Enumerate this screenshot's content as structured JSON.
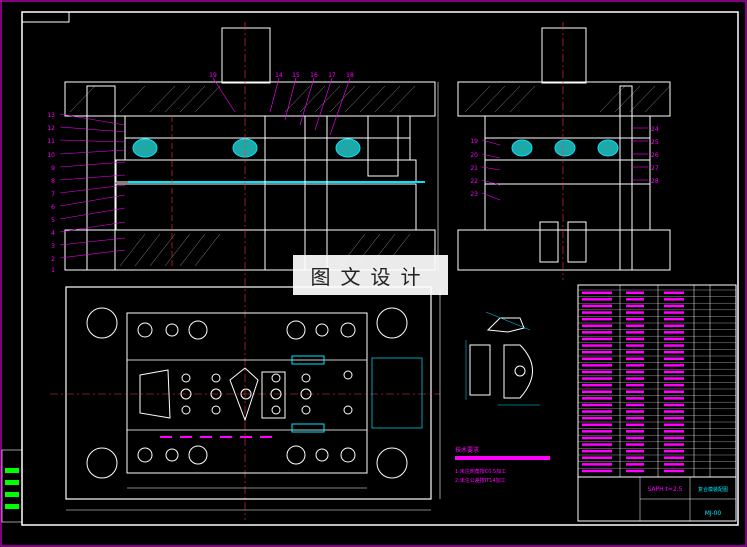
{
  "watermark": "图文设计",
  "part_numbers_left": [
    "13",
    "12",
    "11",
    "10",
    "9",
    "8",
    "7",
    "6",
    "5",
    "4",
    "3",
    "2",
    "1"
  ],
  "part_numbers_top": [
    "19",
    "14",
    "15",
    "16",
    "17",
    "18"
  ],
  "part_numbers_right": [
    "24",
    "25",
    "26",
    "27",
    "28"
  ],
  "part_numbers_right_left": [
    "19",
    "20",
    "21",
    "22",
    "23"
  ],
  "tech_notes": [
    "技术要求",
    "1.未注倒角按C0.5加工",
    "2.未注公差按IT14加工"
  ],
  "title_block": {
    "material_spec": "SAPH t=2.5",
    "drawing_name": "复合模装配图",
    "drawing_no": "MJ-00"
  },
  "colors": {
    "frame": "#ffffff",
    "magenta": "#ff00ff",
    "red": "#ff3030",
    "cyan": "#00e5ff",
    "yellow": "#ffff00",
    "green": "#00ff00"
  }
}
